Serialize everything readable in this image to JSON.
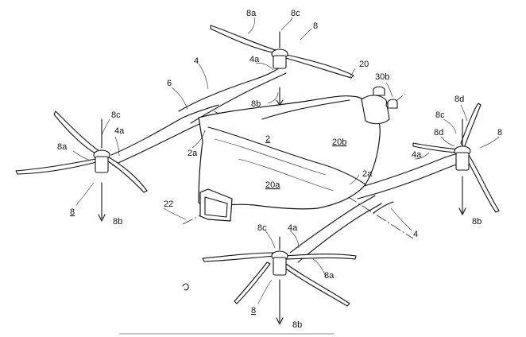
{
  "labels": {
    "l_8a_top": "8a",
    "l_8c_top": "8c",
    "l_8_top": "8",
    "l_4_top": "4",
    "l_4a_top": "4a",
    "l_6": "6",
    "l_20": "20",
    "l_30b": "30b",
    "l_8b_top": "8b",
    "l_8c_left": "8c",
    "l_8a_left": "8a",
    "l_4a_left": "4a",
    "l_2a_left": "2a",
    "l_2": "2",
    "l_20b": "20b",
    "l_20a": "20a",
    "l_2a_right": "2a",
    "l_8_left": "8",
    "l_8b_left": "8b",
    "l_22": "22",
    "l_8d_r1": "8d",
    "l_8c_right": "8c",
    "l_8d_r2": "8d",
    "l_8_right": "8",
    "l_4a_right": "4a",
    "l_4_right": "4",
    "l_8b_right": "8b",
    "l_8c_bottom": "8c",
    "l_4a_bottom": "4a",
    "l_8a_bottom": "8a",
    "l_8_bottom": "8",
    "l_8b_bottom": "8b"
  }
}
